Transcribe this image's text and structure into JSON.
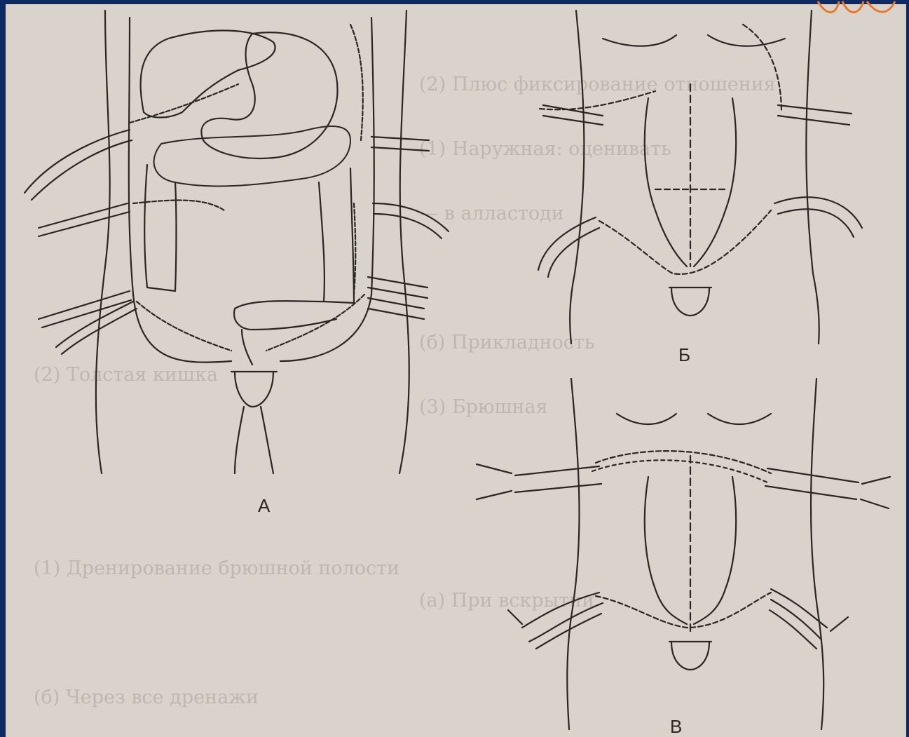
{
  "figure": {
    "labels": {
      "a": "А",
      "b": "Б",
      "v": "В"
    }
  },
  "background_text_lines": [
    "",
    "",
    "(2) Плюс фиксирование отношения",
    "",
    "(1) Наружная: оценивать",
    "",
    "— в алластоди",
    "",
    "",
    "",
    "(б) Прикладность",
    "(2) Толстая кишка",
    "(3) Брюшная",
    "",
    "",
    "",
    "",
    "(1) Дренирование брюшной полости",
    "(а) При вскрытии",
    "",
    "",
    "(б) Через все дренажи",
    ""
  ],
  "colors": {
    "slide_border": "#0b2a66",
    "page": "#d9d3cc",
    "ink": "#2a2622",
    "accent": "#e87a2e"
  }
}
